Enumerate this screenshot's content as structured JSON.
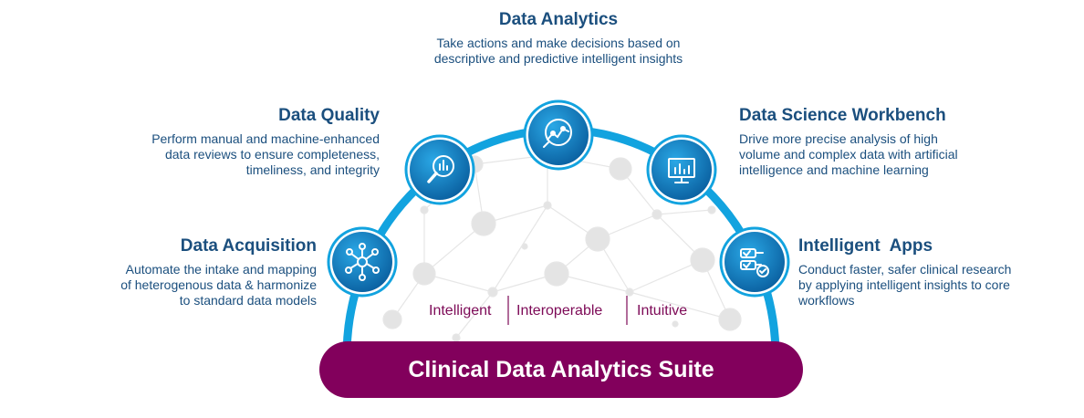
{
  "nodes": [
    {
      "id": "data-analytics",
      "title": "Data Analytics",
      "lines": [
        "Take actions and make decisions based on",
        "descriptive and predictive intelligent insights"
      ],
      "icon": "chart-magnifier-icon"
    },
    {
      "id": "data-quality",
      "title": "Data Quality",
      "lines": [
        "Perform manual and machine-enhanced",
        "data reviews to ensure completeness,",
        "timeliness, and integrity"
      ],
      "icon": "magnifier-bar-chart-icon"
    },
    {
      "id": "data-science-workbench",
      "title": "Data Science Workbench",
      "lines": [
        "Drive more precise analysis of high",
        "volume and complex data with artificial",
        "intelligence and machine learning"
      ],
      "icon": "monitor-chart-icon"
    },
    {
      "id": "data-acquisition",
      "title": "Data Acquisition",
      "lines": [
        "Automate the intake and mapping",
        "of heterogenous data & harmonize",
        "to standard data models"
      ],
      "icon": "network-hub-icon"
    },
    {
      "id": "intelligent-apps",
      "title": "Intelligent  Apps",
      "lines": [
        "Conduct faster, safer clinical research",
        "by applying intelligent insights to core",
        "workflows"
      ],
      "icon": "checklist-icon"
    }
  ],
  "pillars": [
    "Intelligent",
    "Interoperable",
    "Intuitive"
  ],
  "suite_label": "Clinical Data Analytics Suite",
  "colors": {
    "arc": "#12a3df",
    "circle_dark": "#0a64a8",
    "circle_light": "#2aa8e6",
    "title_text": "#1b4f7e",
    "suite_bar": "#82005c",
    "pillar_text": "#7d0a57",
    "network": "#e4e4e4"
  }
}
